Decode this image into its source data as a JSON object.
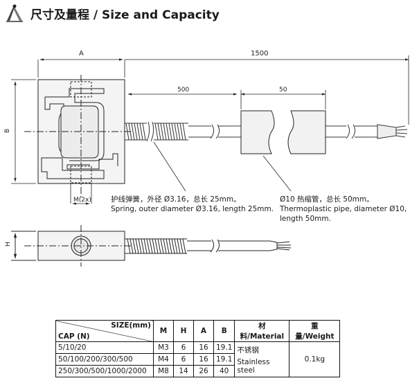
{
  "header": {
    "title": "尺寸及量程 / Size and Capacity",
    "icon": "calipers-icon"
  },
  "drawing": {
    "dim_A": "A",
    "dim_1500": "1500",
    "dim_500": "500",
    "dim_50": "50",
    "dim_B": "B",
    "dim_H": "H",
    "thread_label": "M(2x)"
  },
  "notes": {
    "spring_cn": "护线弹簧，外径 Ø3.16，总长 25mm。",
    "spring_en": "Spring, outer diameter Ø3.16, length 25mm.",
    "pipe_cn": "Ø10 热缩管，总长 50mm。",
    "pipe_en_1": "Thermoplastic pipe, diameter Ø10,",
    "pipe_en_2": "length 50mm."
  },
  "table": {
    "corner_top": "SIZE(mm)",
    "corner_bottom": "CAP (N)",
    "headers": [
      "M",
      "H",
      "A",
      "B",
      "材料/Material",
      "重量/Weight"
    ],
    "rows": [
      {
        "cap": "5/10/20",
        "M": "M3",
        "H": "6",
        "A": "16",
        "B": "19.1"
      },
      {
        "cap": "50/100/200/300/500",
        "M": "M4",
        "H": "6",
        "A": "16",
        "B": "19.1"
      },
      {
        "cap": "250/300/500/1000/2000",
        "M": "M8",
        "H": "14",
        "A": "26",
        "B": "40"
      }
    ],
    "material_cn": "不锈钢",
    "material_en": "Stainless steel",
    "weight": "0.1kg"
  }
}
